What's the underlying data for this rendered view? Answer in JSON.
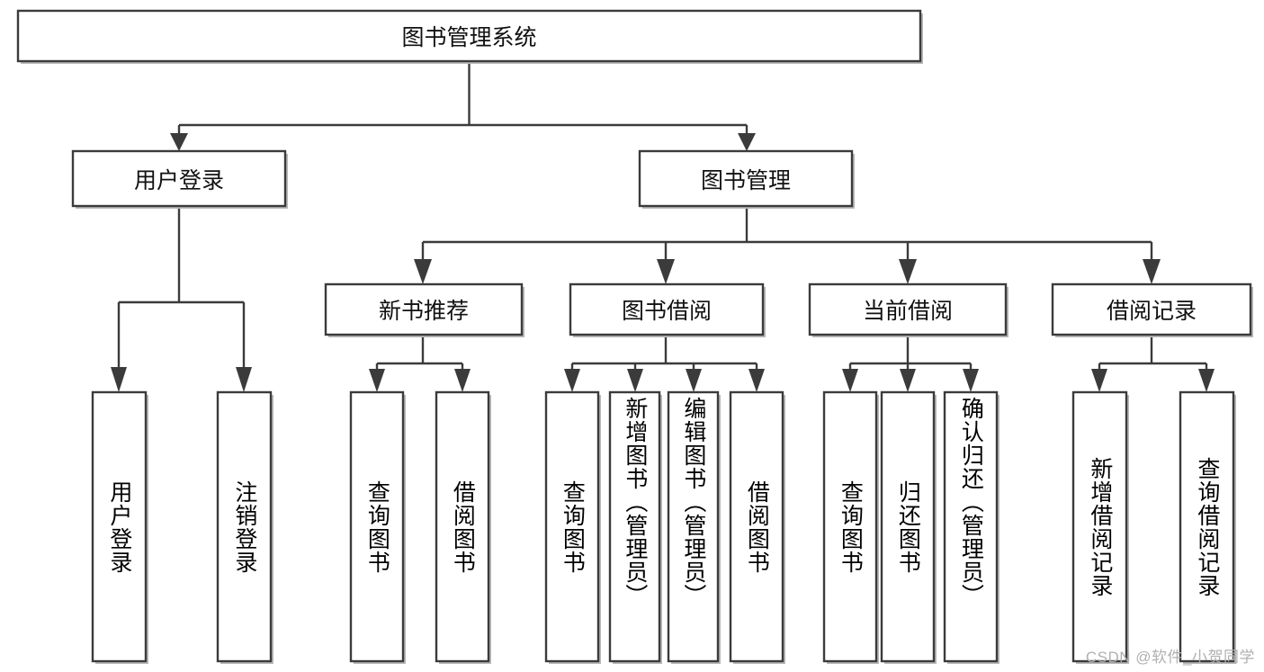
{
  "diagram": {
    "type": "tree",
    "title": "图书管理系统",
    "watermark": "CSDN @软件_小贺同学",
    "colors": {
      "stroke": "#3b3b3b",
      "fill": "#ffffff",
      "text": "#111111",
      "shadow": "#b8b8b8",
      "watermark": "#b0b0b0"
    },
    "nodes": {
      "root": {
        "label": "图书管理系统"
      },
      "level2": [
        {
          "id": "user-login",
          "label": "用户登录"
        },
        {
          "id": "book-manage",
          "label": "图书管理"
        }
      ],
      "level3": [
        {
          "id": "new-book-recommend",
          "label": "新书推荐"
        },
        {
          "id": "book-borrow",
          "label": "图书借阅"
        },
        {
          "id": "current-borrow",
          "label": "当前借阅"
        },
        {
          "id": "borrow-record",
          "label": "借阅记录"
        }
      ],
      "leaves": {
        "user-login": [
          {
            "id": "leaf-user-login",
            "label": "用户登录"
          },
          {
            "id": "leaf-logout-login",
            "label": "注销登录"
          }
        ],
        "new-book-recommend": [
          {
            "id": "leaf-query-book-1",
            "label": "查询图书"
          },
          {
            "id": "leaf-borrow-book-1",
            "label": "借阅图书"
          }
        ],
        "book-borrow": [
          {
            "id": "leaf-query-book-2",
            "label": "查询图书"
          },
          {
            "id": "leaf-add-book",
            "label": "新增图书（管理员）"
          },
          {
            "id": "leaf-edit-book",
            "label": "编辑图书（管理员）"
          },
          {
            "id": "leaf-borrow-book-2",
            "label": "借阅图书"
          }
        ],
        "current-borrow": [
          {
            "id": "leaf-query-book-3",
            "label": "查询图书"
          },
          {
            "id": "leaf-return-book",
            "label": "归还图书"
          },
          {
            "id": "leaf-confirm-return",
            "label": "确认归还（管理员）"
          }
        ],
        "borrow-record": [
          {
            "id": "leaf-add-record",
            "label": "新增借阅记录"
          },
          {
            "id": "leaf-query-record",
            "label": "查询借阅记录"
          }
        ]
      }
    }
  }
}
